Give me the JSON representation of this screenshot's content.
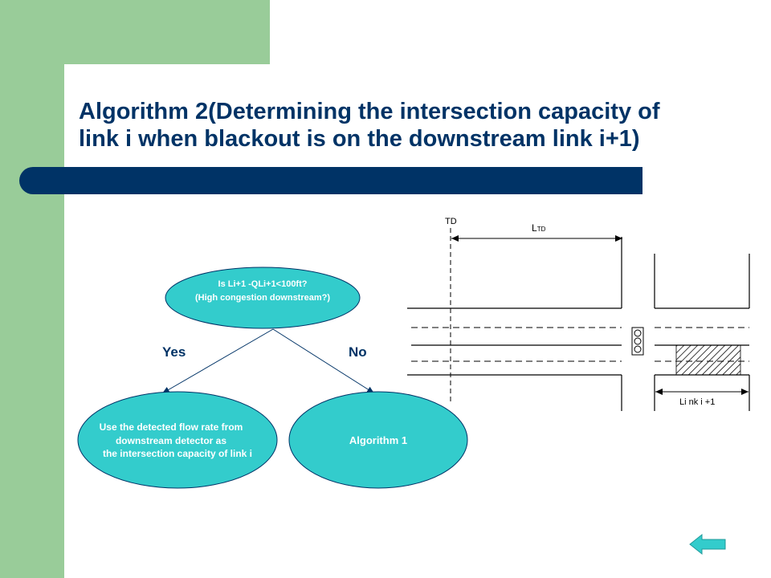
{
  "slide": {
    "title_line1": "Algorithm 2(Determining the intersection capacity of",
    "title_line2": "link i when blackout is on the downstream link i+1)"
  },
  "flowchart": {
    "decision_line1": "Is Li+1 -QLi+1<100ft?",
    "decision_line2": "(High congestion downstream?)",
    "yes_label": "Yes",
    "no_label": "No",
    "yes_node_line1": "Use the detected flow rate from",
    "yes_node_line2": "downstream detector as",
    "yes_node_line3": "the intersection capacity of link i",
    "no_node": "Algorithm 1"
  },
  "road_diagram": {
    "td_label": "TD",
    "ltd_main": "L",
    "ltd_sub": "TD",
    "link_label": "Li nk  i +1"
  },
  "nav": {
    "back_icon": "left-arrow-icon"
  },
  "colors": {
    "green_band": "#99cc99",
    "navy": "#003366",
    "node_fill": "#33cccc"
  }
}
